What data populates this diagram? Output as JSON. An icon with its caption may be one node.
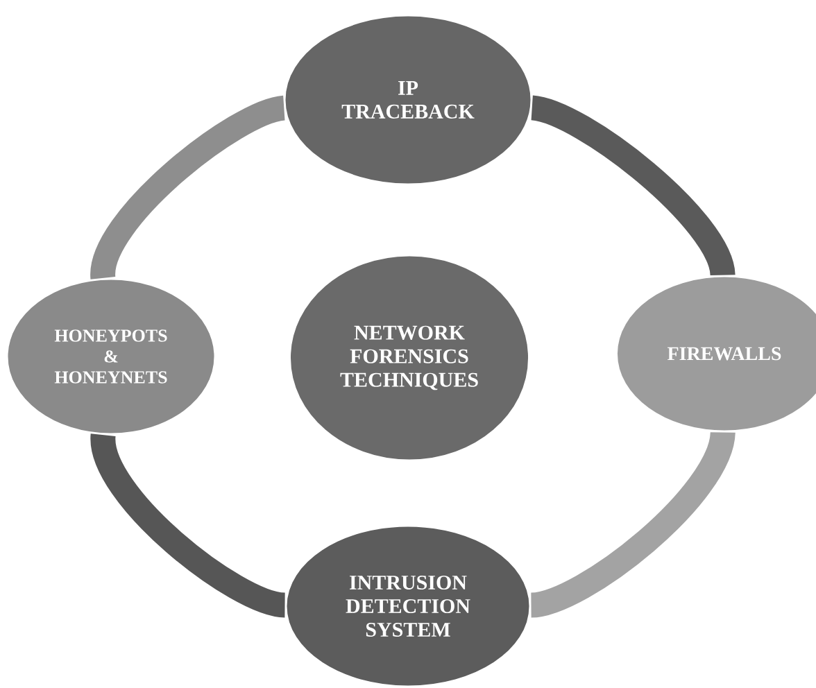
{
  "diagram": {
    "nodes": [
      {
        "text": [
          "NETWORK FORENSICS TECHNIQUES"
        ]
      },
      {
        "text": [
          "IP TRACEBACK"
        ]
      },
      {
        "text": [
          "FIREWALLS"
        ]
      },
      {
        "text": [
          "INTRUSION DETECTION SYSTEM"
        ]
      },
      {
        "text": [
          "HONEYPOTS & HONEYNETS"
        ]
      }
    ],
    "edges": [
      {
        "from": 1,
        "to": 2,
        "arrow": "none",
        "color": "#5a5a5a"
      },
      {
        "from": 2,
        "to": 3,
        "arrow": "none",
        "color": "#a3a3a3"
      },
      {
        "from": 3,
        "to": 4,
        "arrow": "none",
        "color": "#565656"
      },
      {
        "from": 4,
        "to": 1,
        "arrow": "none",
        "color": "#8e8e8e"
      }
    ]
  }
}
